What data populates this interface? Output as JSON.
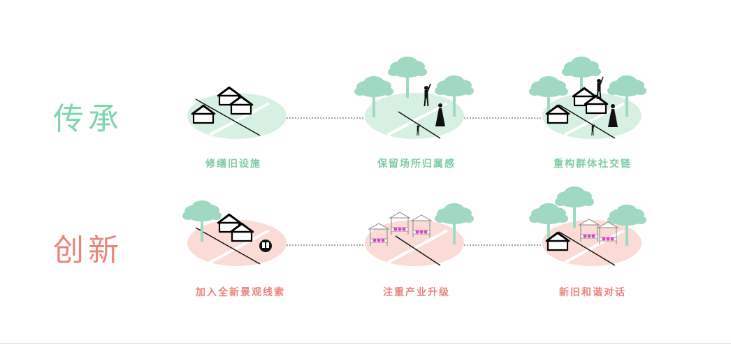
{
  "rows": [
    {
      "title": "传承",
      "items": [
        "修缮旧设施",
        "保留场所归属感",
        "重构群体社交链"
      ]
    },
    {
      "title": "创新",
      "items": [
        "加入全新景观线索",
        "注重产业升级",
        "新旧和谐对话"
      ]
    }
  ],
  "colors": {
    "green_title": "#7ed6ad",
    "green_disc": "#d6f1e1",
    "red_title": "#e9857b",
    "red_disc": "#fadbd5",
    "tree": "#9fd9c2",
    "accent_pink": "#e040c8"
  },
  "icons": [
    "house-icon",
    "tree-icon",
    "person-icon",
    "kiosk-icon",
    "signboard-icon"
  ]
}
